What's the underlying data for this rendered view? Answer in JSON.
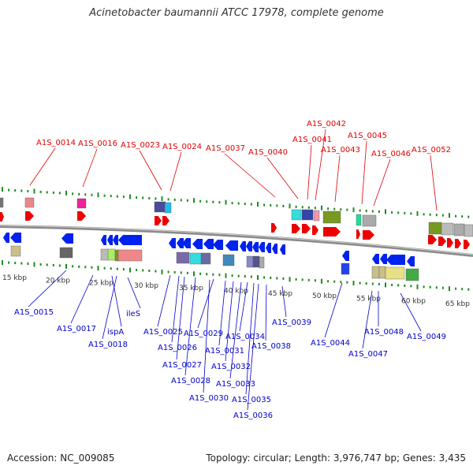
{
  "title": "Acinetobacter baumannii ATCC 17978, complete genome",
  "footer": {
    "accession": "Accession: NC_009085",
    "summary": "Topology: circular; Length: 3,976,747 bp; Genes: 3,435"
  },
  "colors": {
    "top_label": "#e00000",
    "bottom_label": "#0000cc",
    "tick": "#228822",
    "backbone": "#8a8a8a",
    "forward_arrow": "#ee0000",
    "reverse_arrow": "#0022ee"
  },
  "scale_ticks": [
    "15 kbp",
    "20 kbp",
    "25 kbp",
    "30 kbp",
    "35 kbp",
    "40 kbp",
    "45 kbp",
    "50 kbp",
    "55 kbp",
    "60 kbp",
    "65 kbp"
  ],
  "top_genes": [
    "A1S_0014",
    "A1S_0016",
    "A1S_0023",
    "A1S_0024",
    "A1S_0037",
    "A1S_0040",
    "A1S_0041",
    "A1S_0042",
    "A1S_0043",
    "A1S_0045",
    "A1S_0046",
    "A1S_0052"
  ],
  "bottom_genes": [
    "A1S_0015",
    "A1S_0017",
    "ispA",
    "A1S_0018",
    "ileS",
    "A1S_0025",
    "A1S_0026",
    "A1S_0027",
    "A1S_0028",
    "A1S_0029",
    "A1S_0030",
    "A1S_0031",
    "A1S_0032",
    "A1S_0033",
    "A1S_0034",
    "A1S_0035",
    "A1S_0036",
    "A1S_0038",
    "A1S_0039",
    "A1S_0044",
    "A1S_0047",
    "A1S_0048",
    "A1S_0049"
  ]
}
